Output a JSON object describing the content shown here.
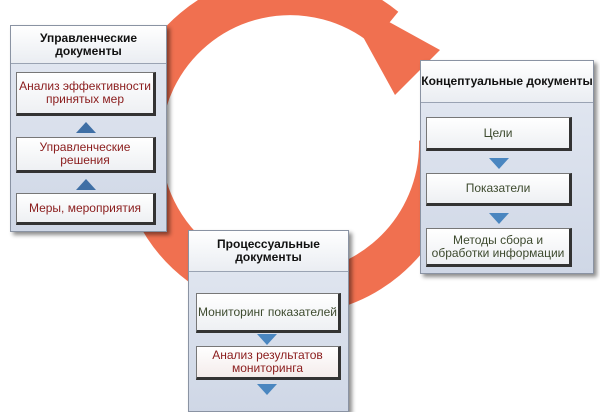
{
  "colors": {
    "cycle": "#f07050",
    "arrow": "#4a86c0"
  },
  "left": {
    "title": "Управленческие документы",
    "items": [
      "Анализ эффективности принятых мер",
      "Управленческие решения",
      "Меры, мероприятия"
    ]
  },
  "right": {
    "title": "Концептуальные документы",
    "items": [
      "Цели",
      "Показатели",
      "Методы сбора и обработки информации"
    ]
  },
  "middle": {
    "title": "Процессуальные документы",
    "items": [
      "Мониторинг показателей",
      "Анализ результатов мониторинга"
    ]
  }
}
